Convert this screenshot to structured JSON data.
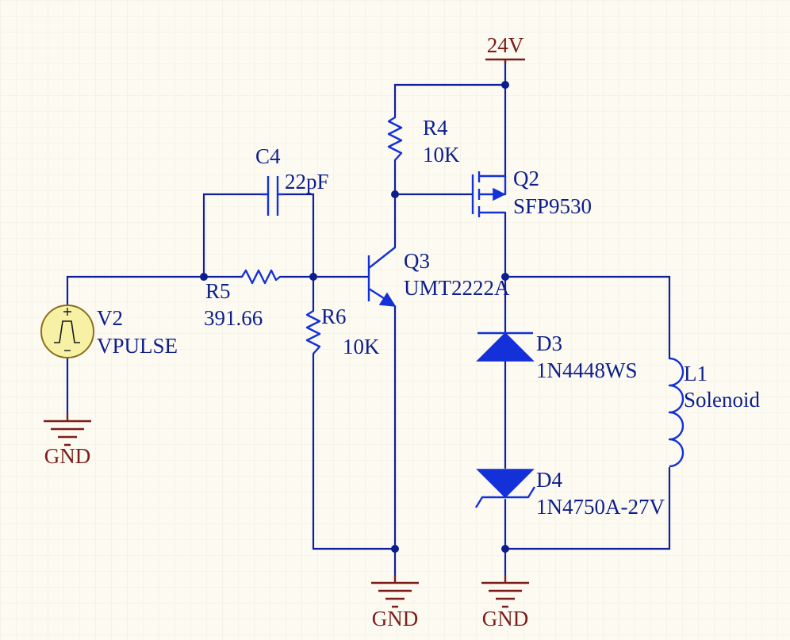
{
  "colors": {
    "background": "#fcfaf1",
    "grid": "#efece1",
    "wire": "#0f1f9e",
    "component": "#1431d9",
    "ground_power": "#7b1d1a",
    "source_fill": "#f7f1a6",
    "source_stroke": "#8a6f1c"
  },
  "power": {
    "label": "24V"
  },
  "grounds": {
    "g1": "GND",
    "g2": "GND",
    "g3": "GND"
  },
  "components": {
    "V2": {
      "ref": "V2",
      "value": "VPULSE"
    },
    "R5": {
      "ref": "R5",
      "value": "391.66"
    },
    "C4": {
      "ref": "C4",
      "value": "22pF"
    },
    "R6": {
      "ref": "R6",
      "value": "10K"
    },
    "R4": {
      "ref": "R4",
      "value": "10K"
    },
    "Q3": {
      "ref": "Q3",
      "value": "UMT2222A"
    },
    "Q2": {
      "ref": "Q2",
      "value": "SFP9530"
    },
    "D3": {
      "ref": "D3",
      "value": "1N4448WS"
    },
    "D4": {
      "ref": "D4",
      "value": "1N4750A-27V"
    },
    "L1": {
      "ref": "L1",
      "value": "Solenoid"
    }
  },
  "icons": {
    "source": "pulse-source-icon",
    "ground": "ground-icon",
    "power": "power-port-icon"
  }
}
